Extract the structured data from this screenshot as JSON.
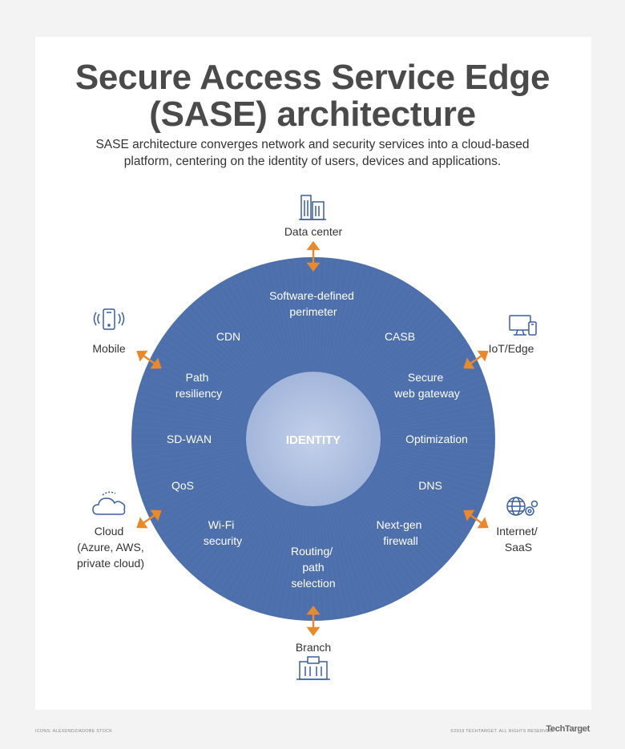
{
  "title": "Secure Access Service Edge\n(SASE) architecture",
  "subtitle": "SASE architecture converges network and security services into a cloud-based\nplatform, centering on the identity of users, devices and applications.",
  "center_label": "IDENTITY",
  "services": [
    "Software-defined\nperimeter",
    "CDN",
    "CASB",
    "Path\nresiliency",
    "Secure\nweb gateway",
    "SD-WAN",
    "Optimization",
    "QoS",
    "DNS",
    "Wi-Fi\nsecurity",
    "Next-gen\nfirewall",
    "Routing/\npath\nselection"
  ],
  "endpoints": {
    "data_center": "Data center",
    "mobile": "Mobile",
    "iot_edge": "IoT/Edge",
    "cloud": "Cloud\n(Azure, AWS,\nprivate cloud)",
    "internet_saas": "Internet/\nSaaS",
    "branch": "Branch"
  },
  "footer": {
    "left": "ICONS: ALEXDNDZ/ADOBE STOCK",
    "right": "©2019 TECHTARGET. ALL RIGHTS RESERVED",
    "brand": "TechTarget"
  },
  "colors": {
    "circle": "#4d6fac",
    "identity": "#aebfdf",
    "arrow": "#e8892d",
    "icon": "#3a5f9f",
    "title": "#4a4a4a"
  }
}
